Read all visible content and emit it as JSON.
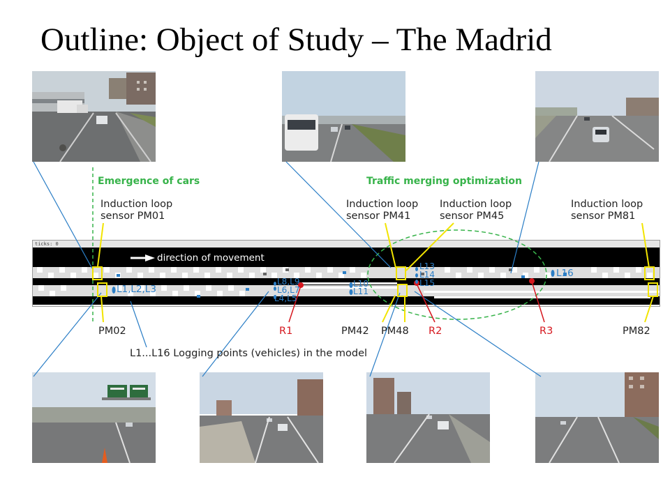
{
  "slide": {
    "title": "Outline: Object of Study – The Madrid"
  },
  "diagram": {
    "zones": {
      "emergence": "Emergence of cars",
      "merging": "Traffic merging optimization"
    },
    "sensors_top": [
      {
        "line1": "Induction loop",
        "line2": "sensor PM01"
      },
      {
        "line1": "Induction loop",
        "line2": "sensor PM41"
      },
      {
        "line1": "Induction loop",
        "line2": "sensor PM45"
      },
      {
        "line1": "Induction loop",
        "line2": "sensor PM81"
      }
    ],
    "sensors_bottom": [
      "PM02",
      "PM42",
      "PM48",
      "PM82"
    ],
    "ramps": [
      "R1",
      "R2",
      "R3"
    ],
    "direction_label": "direction of movement",
    "toolbar_text": "ticks: 0",
    "logging_caption": "L1...L16 Logging points (vehicles) in the model",
    "logging_points": {
      "l1_l3": "L1,L2,L3",
      "l4_l5": "L4,L5",
      "l6_l7": "L6,L7",
      "l8_l9": "L8,L9",
      "l10": "L10",
      "l11": "L11",
      "l13": "L13",
      "l14": "L14",
      "l15": "L15",
      "l16": "L16"
    },
    "colors": {
      "green": "#37b34a",
      "red": "#d6181f",
      "blue": "#2b7ec6",
      "sensor_box": "#f2e400",
      "road": "#000000"
    }
  },
  "photos": {
    "top": [
      "road photo near PM01",
      "road photo near PM41",
      "road photo near PM81"
    ],
    "bottom": [
      "road photo near PM02",
      "road photo near R1",
      "road photo near PM48",
      "road photo near R3"
    ]
  }
}
